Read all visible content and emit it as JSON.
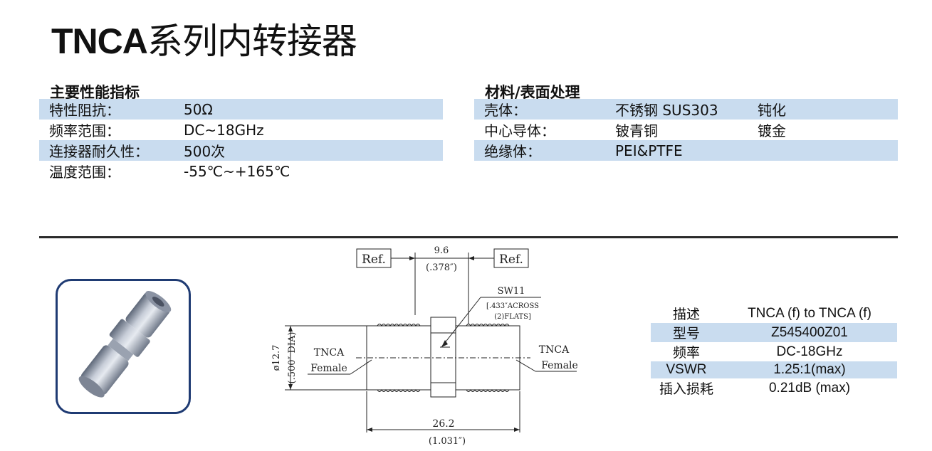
{
  "title": {
    "latin": "TNCA",
    "cjk": "系列内转接器"
  },
  "performance": {
    "heading": "主要性能指标",
    "rows": [
      {
        "label": "特性阻抗：",
        "value": "50Ω"
      },
      {
        "label": "频率范围：",
        "value": "DC~18GHz"
      },
      {
        "label": "连接器耐久性：",
        "value": "500次"
      },
      {
        "label": "温度范围：",
        "value": "-55℃~+165℃"
      }
    ]
  },
  "materials": {
    "heading": "材料/表面处理",
    "rows": [
      {
        "part": "壳体：",
        "material": "不锈钢 SUS303",
        "finish": "钝化"
      },
      {
        "part": "中心导体：",
        "material": "铍青铜",
        "finish": "镀金"
      },
      {
        "part": "绝缘体：",
        "material": "PEI&PTFE",
        "finish": ""
      }
    ]
  },
  "drawing": {
    "ref_left": "Ref.",
    "ref_right": "Ref.",
    "dim_top_mm": "9.6",
    "dim_top_in": "(.378″)",
    "sw": "SW11",
    "sw_note1": "[.433″ACROSS",
    "sw_note2": "(2)FLATS]",
    "dia_mm": "ø12.7",
    "dia_in": "(.500″ DIA)",
    "left_label1": "TNCA",
    "left_label2": "Female",
    "right_label1": "TNCA",
    "right_label2": "Female",
    "dim_bottom_mm": "26.2",
    "dim_bottom_in": "(1.031″)"
  },
  "info": {
    "rows": [
      {
        "key": "描述",
        "value": "TNCA (f) to TNCA (f)"
      },
      {
        "key": "型号",
        "value": "Z545400Z01"
      },
      {
        "key": "频率",
        "value": "DC-18GHz"
      },
      {
        "key": "VSWR",
        "value": "1.25:1(max)"
      },
      {
        "key": "插入损耗",
        "value": "0.21dB (max)"
      }
    ]
  },
  "colors": {
    "band": "#c9dcef",
    "photo_border": "#1f3b73",
    "rule": "#2a2a2a"
  }
}
